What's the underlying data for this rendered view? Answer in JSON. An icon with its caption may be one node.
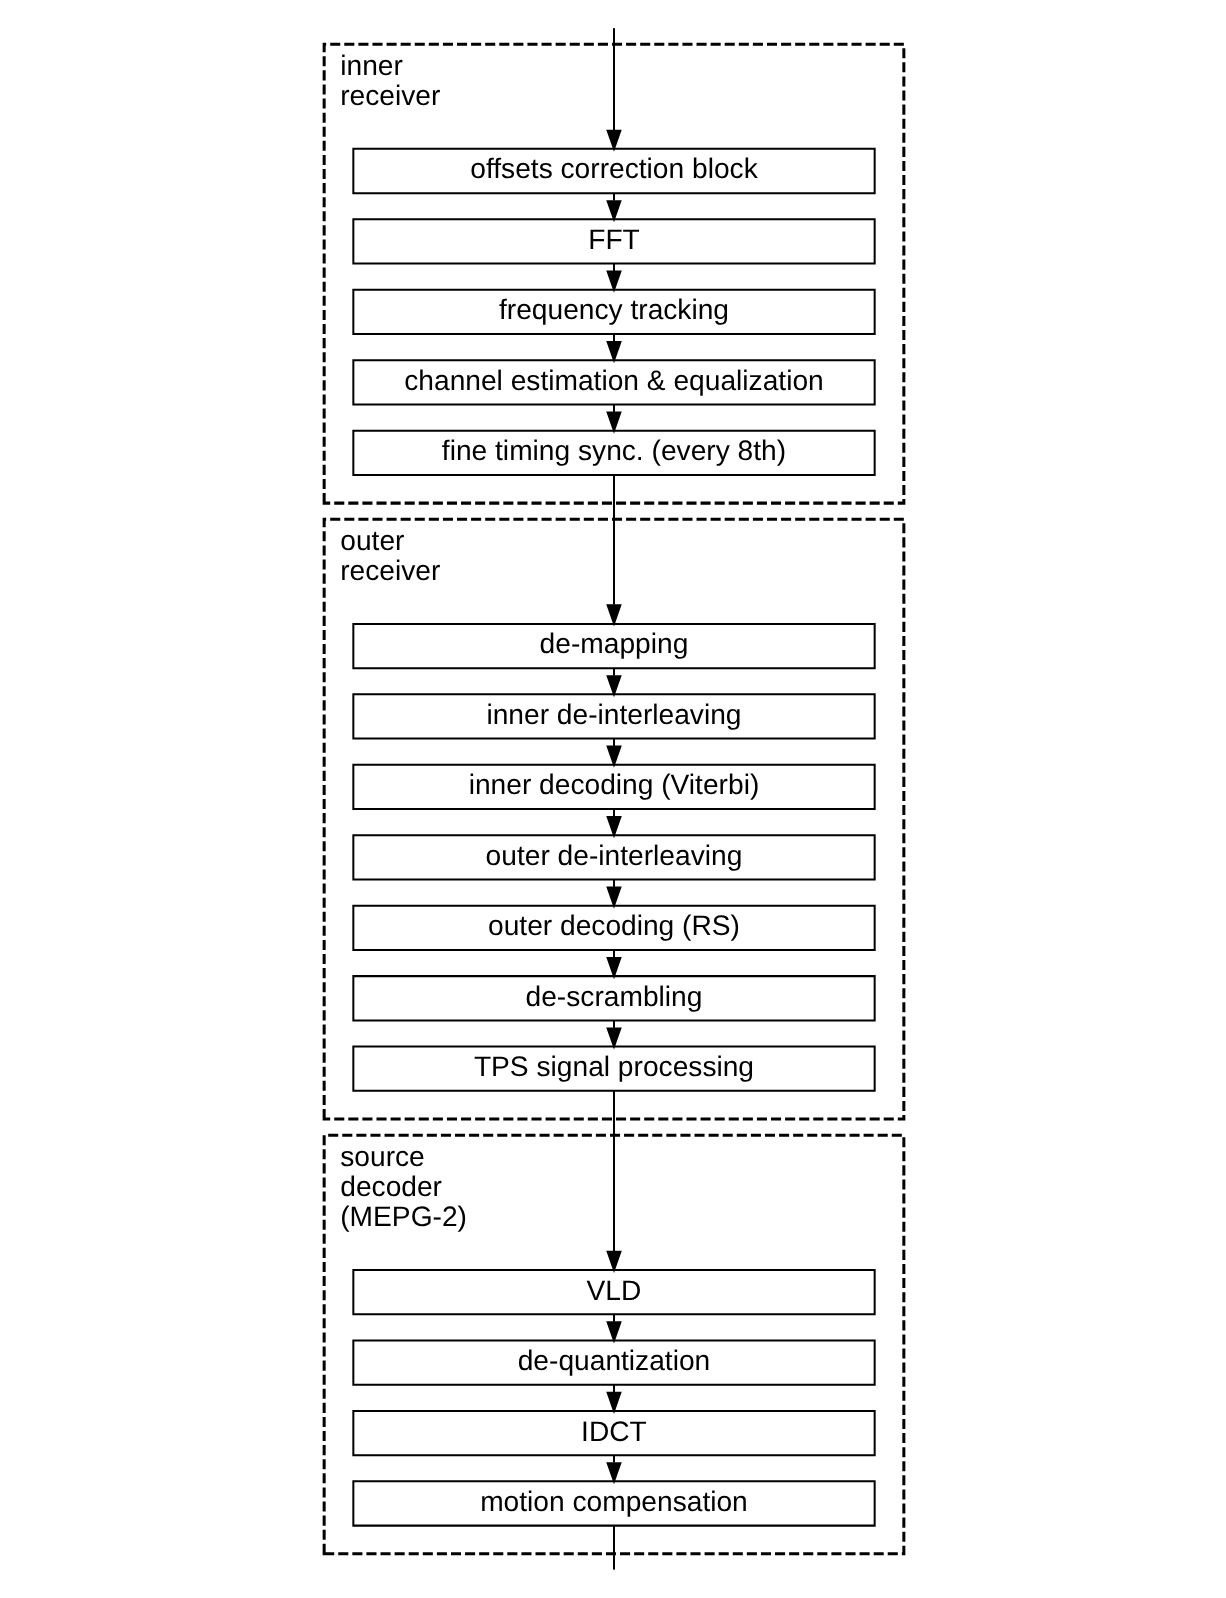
{
  "diagram": {
    "nodes": [
      {
        "text": [
          "inner receiver"
        ]
      },
      {
        "text": [
          "offsets correction block"
        ],
        "in": 0
      },
      {
        "text": [
          "FFT"
        ],
        "in": 0
      },
      {
        "text": [
          "frequency tracking"
        ],
        "in": 0
      },
      {
        "text": [
          "channel estimation & equalization"
        ],
        "in": 0
      },
      {
        "text": [
          "fine timing sync. (every 8th)"
        ],
        "in": 0
      },
      {
        "text": [
          "outer receiver"
        ]
      },
      {
        "text": [
          "de-mapping"
        ],
        "in": 6
      },
      {
        "text": [
          "inner de-interleaving"
        ],
        "in": 6
      },
      {
        "text": [
          "inner decoding (Viterbi)"
        ],
        "in": 6
      },
      {
        "text": [
          "outer de-interleaving"
        ],
        "in": 6
      },
      {
        "text": [
          "outer decoding (RS)"
        ],
        "in": 6
      },
      {
        "text": [
          "de-scrambling"
        ],
        "in": 6
      },
      {
        "text": [
          "TPS signal processing"
        ],
        "in": 6
      },
      {
        "text": [
          "source decoder (MEPG-2)"
        ]
      },
      {
        "text": [
          "VLD"
        ],
        "in": 14
      },
      {
        "text": [
          "de-quantization"
        ],
        "in": 14
      },
      {
        "text": [
          "IDCT"
        ],
        "in": 14
      },
      {
        "text": [
          "motion compensation"
        ],
        "in": 14
      }
    ],
    "edges": [
      {
        "from": null,
        "to": 1,
        "arrow": "to"
      },
      {
        "from": 1,
        "to": 2,
        "arrow": "to"
      },
      {
        "from": 2,
        "to": 3,
        "arrow": "to"
      },
      {
        "from": 3,
        "to": 4,
        "arrow": "to"
      },
      {
        "from": 4,
        "to": 5,
        "arrow": "to"
      },
      {
        "from": 5,
        "to": 7,
        "arrow": "to"
      },
      {
        "from": 7,
        "to": 8,
        "arrow": "to"
      },
      {
        "from": 8,
        "to": 9,
        "arrow": "to"
      },
      {
        "from": 9,
        "to": 10,
        "arrow": "to"
      },
      {
        "from": 10,
        "to": 11,
        "arrow": "to"
      },
      {
        "from": 11,
        "to": 12,
        "arrow": "to"
      },
      {
        "from": 12,
        "to": 13,
        "arrow": "to"
      },
      {
        "from": 13,
        "to": 15,
        "arrow": "to"
      },
      {
        "from": 15,
        "to": 16,
        "arrow": "to"
      },
      {
        "from": 16,
        "to": 17,
        "arrow": "to"
      },
      {
        "from": 17,
        "to": 18,
        "arrow": "to"
      },
      {
        "from": 18,
        "to": null,
        "arrow": "none"
      }
    ]
  }
}
